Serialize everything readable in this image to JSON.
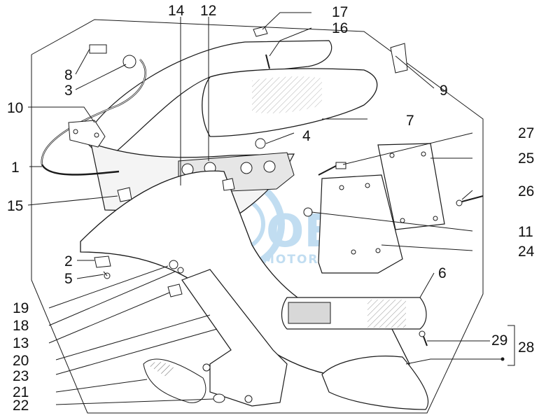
{
  "diagram": {
    "colors": {
      "line": "#1a1a1a",
      "part_fill": "#ffffff",
      "shade": "#d8d8d8",
      "watermark": "#8fc3e6"
    },
    "watermark": {
      "logo_text": "OEM",
      "sub_text": "MOTORPARTS"
    },
    "callouts": [
      {
        "id": "c1",
        "label": "1"
      },
      {
        "id": "c2",
        "label": "2"
      },
      {
        "id": "c3",
        "label": "3"
      },
      {
        "id": "c4",
        "label": "4"
      },
      {
        "id": "c5",
        "label": "5"
      },
      {
        "id": "c6",
        "label": "6"
      },
      {
        "id": "c7",
        "label": "7"
      },
      {
        "id": "c8",
        "label": "8"
      },
      {
        "id": "c9",
        "label": "9"
      },
      {
        "id": "c10",
        "label": "10"
      },
      {
        "id": "c11",
        "label": "11"
      },
      {
        "id": "c12",
        "label": "12"
      },
      {
        "id": "c13",
        "label": "13"
      },
      {
        "id": "c14",
        "label": "14"
      },
      {
        "id": "c15",
        "label": "15"
      },
      {
        "id": "c16",
        "label": "16"
      },
      {
        "id": "c17",
        "label": "17"
      },
      {
        "id": "c18",
        "label": "18"
      },
      {
        "id": "c19",
        "label": "19"
      },
      {
        "id": "c20",
        "label": "20"
      },
      {
        "id": "c21",
        "label": "21"
      },
      {
        "id": "c22",
        "label": "22"
      },
      {
        "id": "c23",
        "label": "23"
      },
      {
        "id": "c24",
        "label": "24"
      },
      {
        "id": "c25",
        "label": "25"
      },
      {
        "id": "c26",
        "label": "26"
      },
      {
        "id": "c27",
        "label": "27"
      },
      {
        "id": "c28",
        "label": "28"
      },
      {
        "id": "c29",
        "label": "29"
      }
    ]
  }
}
